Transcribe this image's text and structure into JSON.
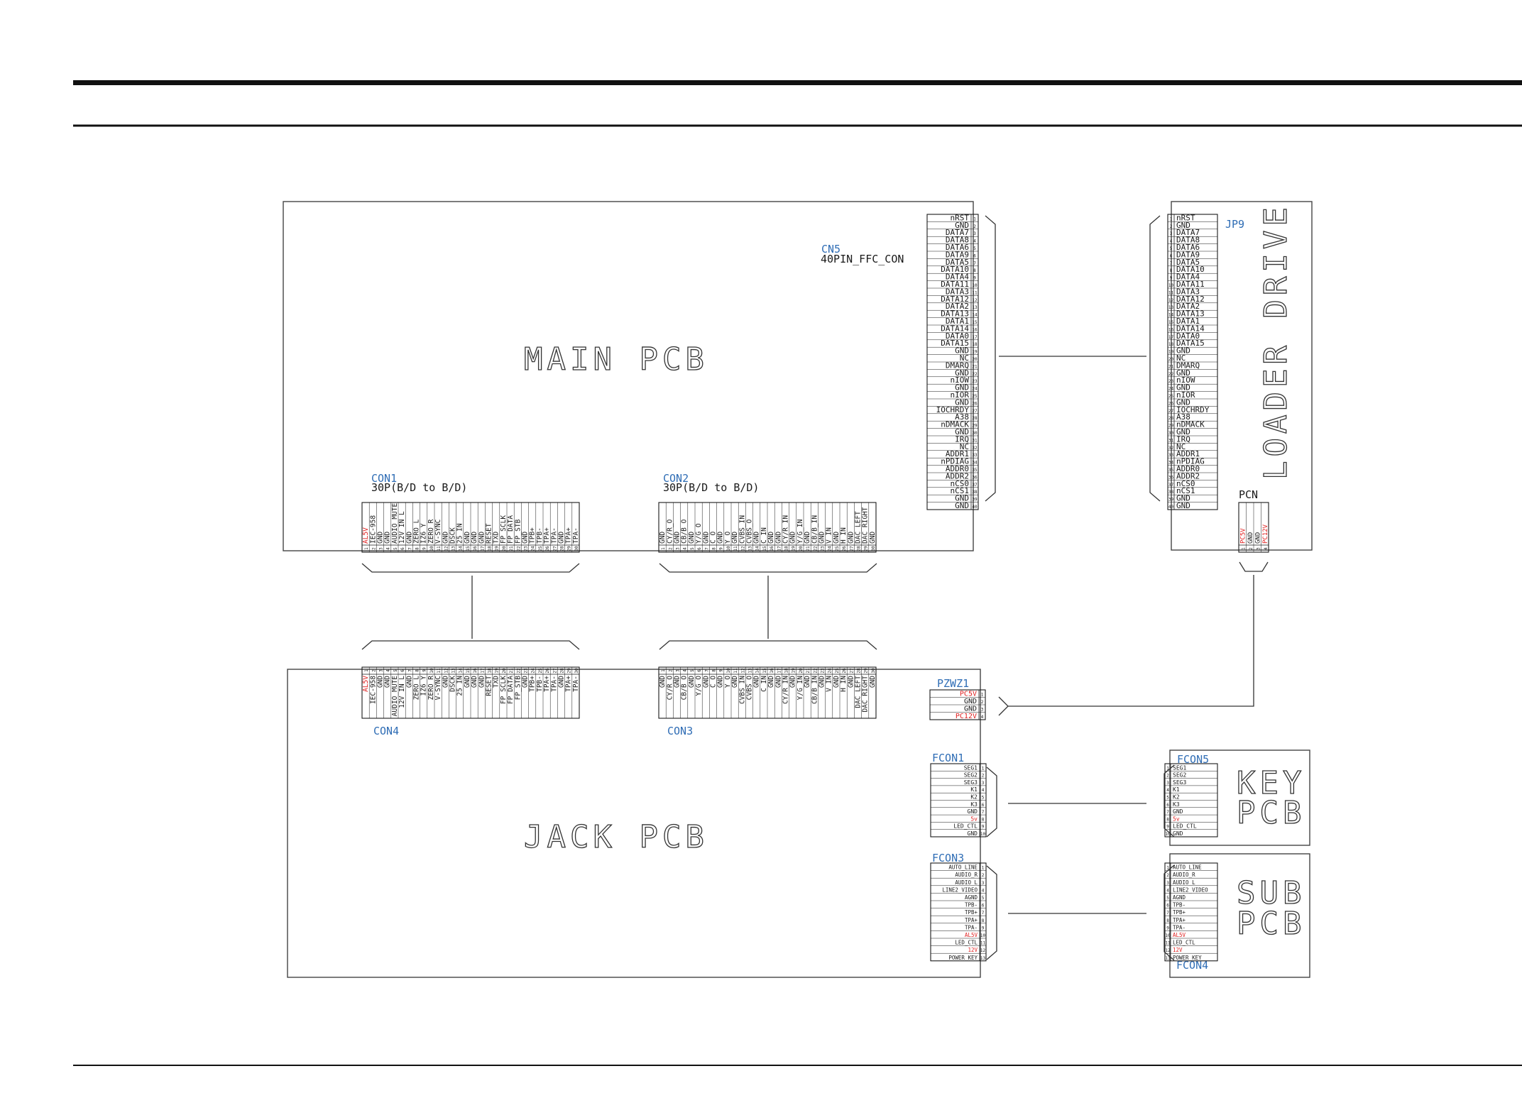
{
  "colors": {
    "ink": "#1a1a1a",
    "label": "#2f6db5",
    "power": "#e02020",
    "rule": "#111111"
  },
  "boards": {
    "main": "MAIN PCB",
    "jack": "JACK PCB",
    "loader": "LOADER DRIVE",
    "key": [
      "KEY",
      "PCB"
    ],
    "sub": [
      "SUB",
      "PCB"
    ]
  },
  "connectors": {
    "cn5": {
      "name": "CN5",
      "desc": "40PIN_FFC_CON",
      "pins": [
        "nRST",
        "GND",
        "DATA7",
        "DATA8",
        "DATA6",
        "DATA9",
        "DATA5",
        "DATA10",
        "DATA4",
        "DATA11",
        "DATA3",
        "DATA12",
        "DATA2",
        "DATA13",
        "DATA1",
        "DATA14",
        "DATA0",
        "DATA15",
        "GND",
        "NC",
        "DMARQ",
        "GND",
        "nIOW",
        "GND",
        "nIOR",
        "GND",
        "IOCHRDY",
        "A38",
        "nDMACK",
        "GND",
        "IRQ",
        "NC",
        "ADDR1",
        "nPDIAG",
        "ADDR0",
        "ADDR2",
        "nCS0",
        "nCS1",
        "GND",
        "GND"
      ]
    },
    "jp9": {
      "name": "JP9",
      "pins": [
        "nRST",
        "GND",
        "DATA7",
        "DATA8",
        "DATA6",
        "DATA9",
        "DATA5",
        "DATA10",
        "DATA4",
        "DATA11",
        "DATA3",
        "DATA12",
        "DATA2",
        "DATA13",
        "DATA1",
        "DATA14",
        "DATA0",
        "DATA15",
        "GND",
        "NC",
        "DMARQ",
        "GND",
        "nIOW",
        "GND",
        "nIOR",
        "GND",
        "IOCHRDY",
        "A38",
        "nDMACK",
        "GND",
        "IRQ",
        "NC",
        "ADDR1",
        "nPDIAG",
        "ADDR0",
        "ADDR2",
        "nCS0",
        "nCS1",
        "GND",
        "GND"
      ]
    },
    "con1": {
      "name": "CON1",
      "desc": "30P(B/D to B/D)",
      "pins": [
        "AL5V",
        "IEC-958",
        "GND",
        "GND",
        "AUDIO_MUTE",
        "12V_IN_L",
        "GND",
        "ZERO_L",
        "IZ6_Y",
        "ZERO_R",
        "V-SYNC",
        "GND",
        "DSCK",
        "25_IN",
        "GND",
        "GND",
        "GND",
        "RESET",
        "TXD",
        "FP_SCLK",
        "FP_DATA",
        "FP_STB",
        "GND",
        "TPB+",
        "TPB-",
        "TPA+",
        "TPA-",
        "GND",
        "TPA+",
        "TPA-"
      ]
    },
    "con2": {
      "name": "CON2",
      "desc": "30P(B/D to B/D)",
      "pins": [
        "GND",
        "CY/R_O",
        "GND",
        "CB/B_O",
        "GND",
        "Y/G_O",
        "GND",
        "C_O",
        "GND",
        "Y_O",
        "GND",
        "CVBS_IN",
        "CVBS_O",
        "GND",
        "C_IN",
        "GND",
        "GND",
        "CY/R_IN",
        "GND",
        "Y/G_IN",
        "GND",
        "CB/B_IN",
        "GND",
        "V_IN",
        "GND",
        "H_IN",
        "GND",
        "DAC_LEFT",
        "DAC_RIGHT",
        "GND"
      ]
    },
    "con4": {
      "name": "CON4",
      "pins": [
        "AL5V",
        "IEC-958",
        "GND",
        "GND",
        "AUDIO_MUTE",
        "12V_IN_L",
        "GND",
        "ZERO_L",
        "IZ6_Y",
        "ZERO_R",
        "V-SYNC",
        "GND",
        "DSCK",
        "25_IN",
        "GND",
        "GND",
        "GND",
        "RESET",
        "TXD",
        "FP_SCLK",
        "FP_DATA",
        "FP_STB",
        "GND",
        "TPB+",
        "TPB-",
        "TPA+",
        "TPA-",
        "GND",
        "TPA+",
        "TPA-"
      ]
    },
    "con3": {
      "name": "CON3",
      "pins": [
        "GND",
        "CY/R_O",
        "GND",
        "CB/B_O",
        "GND",
        "Y/G_O",
        "GND",
        "C_O",
        "GND",
        "Y_O",
        "GND",
        "CVBS_IN",
        "CVBS_O",
        "GND",
        "C_IN",
        "GND",
        "GND",
        "CY/R_IN",
        "GND",
        "Y/G_IN",
        "GND",
        "CB/B_IN",
        "GND",
        "V_IN",
        "GND",
        "H_IN",
        "GND",
        "DAC_LEFT",
        "DAC_RIGHT",
        "GND"
      ]
    },
    "pcn": {
      "name": "PCN",
      "pins": [
        "PC5V",
        "GND",
        "GND",
        "PC12V"
      ]
    },
    "pzwz1": {
      "name": "PZWZ1",
      "pins": [
        "PC5V",
        "GND",
        "GND",
        "PC12V"
      ]
    },
    "fcon1": {
      "name": "FCON1",
      "pins": [
        "SEG1",
        "SEG2",
        "SEG3",
        "K1",
        "K2",
        "K3",
        "GND",
        "5v",
        "LED_CTL",
        "GND"
      ]
    },
    "fcon5": {
      "name": "FCON5",
      "pins": [
        "SEG1",
        "SEG2",
        "SEG3",
        "K1",
        "K2",
        "K3",
        "GND",
        "5v",
        "LED_CTL",
        "GND"
      ]
    },
    "fcon3": {
      "name": "FCON3",
      "pins": [
        "AUTO_LINE",
        "AUDIO_R",
        "AUDIO_L",
        "LINE2_VIDEO",
        "AGND",
        "TPB-",
        "TPB+",
        "TPA+",
        "TPA-",
        "AL5V",
        "LED_CTL",
        "12V",
        "POWER_KEY"
      ]
    },
    "fcon4": {
      "name": "FCON4",
      "pins": [
        "AUTO_LINE",
        "AUDIO_R",
        "AUDIO_L",
        "LINE2_VIDEO",
        "AGND",
        "TPB-",
        "TPB+",
        "TPA+",
        "TPA-",
        "AL5V",
        "LED_CTL",
        "12V",
        "POWER_KEY"
      ]
    }
  }
}
